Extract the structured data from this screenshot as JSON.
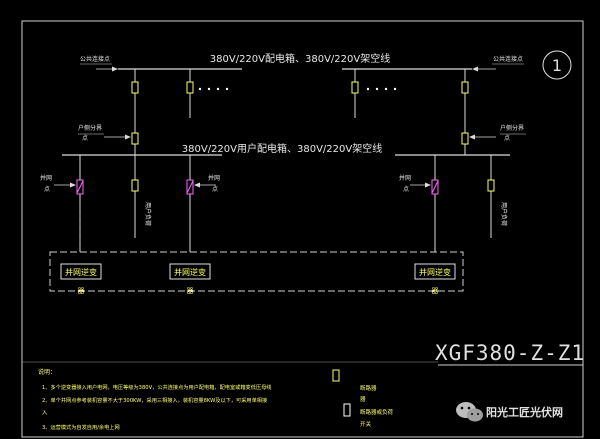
{
  "titles": {
    "top_bus": "380V/220V配电箱、380V/220V架空线",
    "mid_bus": "380V/220V用户配电箱、380V/220V架空线",
    "drawing_code": "XGF380-Z-Z1",
    "sheet_number": "1"
  },
  "labels": {
    "pcc_left": "公共连接点",
    "pcc_right": "公共连接点",
    "user_left_line1": "户侧分界",
    "user_left_line2": "点",
    "user_right_line1": "户侧分界",
    "user_right_line2": "点",
    "grid_pt_left_1": "并网",
    "grid_pt_left_2": "点",
    "grid_pt_mid_1": "并网",
    "grid_pt_mid_2": "点",
    "grid_pt_right_1": "并网",
    "grid_pt_right_2": "点",
    "user_load_left": "用户负荷",
    "user_load_right": "用户负荷",
    "inverter_1": "并网逆变",
    "inverter_2": "并网逆变",
    "inverter_3": "并网逆变",
    "inverter_suffix_1": "器",
    "inverter_suffix_2": "器",
    "inverter_suffix_3": "器"
  },
  "notes": {
    "title": "说明：",
    "line1": "1、多个逆变器接入用户电网，电压等级为380V，公共连接点为用户配电箱，配电室或箱变低压母线",
    "line2": "2、单个并网点参考装机容量不大于300KW，采用三相接入，装机容量8KW及以下，可采用单相接",
    "line2b": "入",
    "line3": "3、运营模式为自发自用/余电上网"
  },
  "legend": {
    "item1": "断路器",
    "item1b": "器",
    "item2": "断路器或负荷",
    "item2b": "开关"
  },
  "watermark": {
    "text": "阳光工匠光伏网"
  },
  "colors": {
    "background": "#000000",
    "line": "#ffffff",
    "bus": "#dcdcdc",
    "breaker": "#ffff66",
    "switch": "#ff66ff",
    "frame": "#d0d0d0",
    "inverter_text": "#ffff66",
    "notes_text": "#ffff66",
    "bus_title": "#e8e8e8",
    "code": "#e0e0e0"
  }
}
